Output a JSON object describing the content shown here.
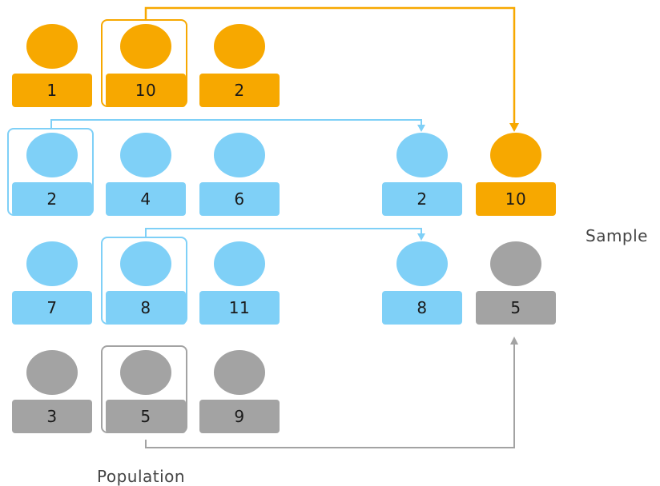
{
  "colors": {
    "orange": "#f7a800",
    "blue": "#7fd0f7",
    "gray": "#a3a3a3"
  },
  "population": {
    "label": "Population",
    "rows": [
      [
        {
          "number": "1",
          "color": "orange"
        },
        {
          "number": "10",
          "color": "orange",
          "selected": true
        },
        {
          "number": "2",
          "color": "orange"
        }
      ],
      [
        {
          "number": "2",
          "color": "blue",
          "selected": true
        },
        {
          "number": "4",
          "color": "blue"
        },
        {
          "number": "6",
          "color": "blue"
        }
      ],
      [
        {
          "number": "7",
          "color": "blue"
        },
        {
          "number": "8",
          "color": "blue",
          "selected": true
        },
        {
          "number": "11",
          "color": "blue"
        }
      ],
      [
        {
          "number": "3",
          "color": "gray"
        },
        {
          "number": "5",
          "color": "gray",
          "selected": true
        },
        {
          "number": "9",
          "color": "gray"
        }
      ]
    ]
  },
  "sample": {
    "label": "Sample",
    "items": [
      {
        "number": "2",
        "color": "blue"
      },
      {
        "number": "10",
        "color": "orange"
      },
      {
        "number": "8",
        "color": "blue"
      },
      {
        "number": "5",
        "color": "gray"
      }
    ]
  }
}
